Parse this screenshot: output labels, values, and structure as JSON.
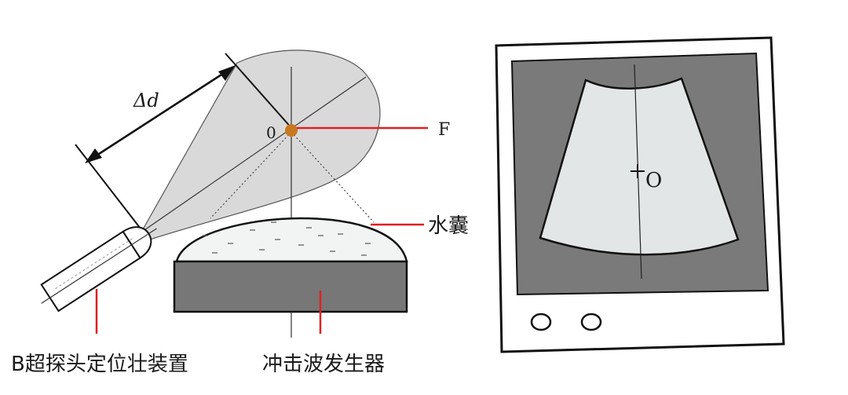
{
  "labels": {
    "delta_d": "Δd",
    "focus_point": "0",
    "focus_letter": "F",
    "water_bag": "水囊",
    "probe_device": "B超探头定位壮装置",
    "shockwave_generator": "冲击波发生器",
    "monitor_focus": "O"
  },
  "colors": {
    "line": "#1a1a1a",
    "pointer": "#e02020",
    "focus_dot": "#c8781e",
    "beam_fill": "#d9d9d9",
    "screen_fill": "#7a7a7a",
    "image_fill": "#e3e6e6",
    "generator_fill": "#777777",
    "bag_fill": "#f2f4f4"
  }
}
